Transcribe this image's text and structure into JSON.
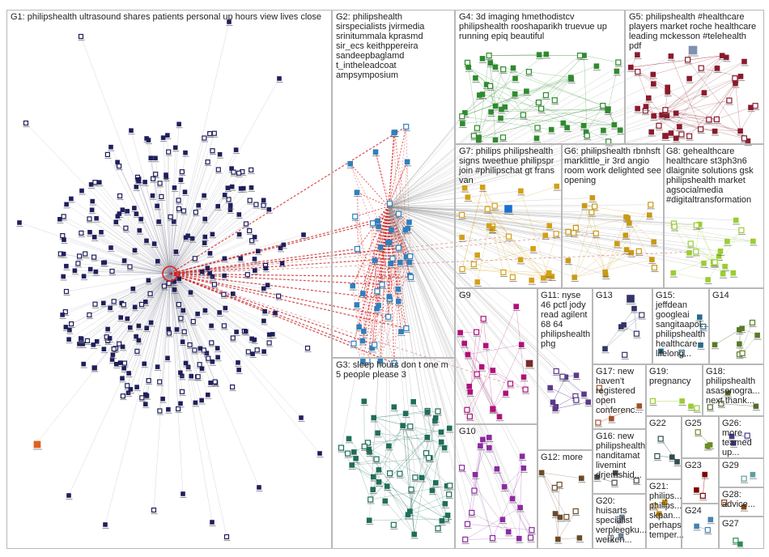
{
  "groups": [
    {
      "id": "G1",
      "label": "G1: philipshealth ultrasound shares patients personal up hours view lives close",
      "color": "#1f1f5c"
    },
    {
      "id": "G2",
      "label": "G2: philipshealth\nsirspecialists jvirmedia\nsrinitummala kprasmd\nsir_ecs keithppereira\nsandeepbaglamd\nt_intheleadcoat\nampsymposium",
      "color": "#2f7fbf"
    },
    {
      "id": "G3",
      "label": "G3: sleep hours don t one m\n5 people please 3",
      "color": "#1e6e5a"
    },
    {
      "id": "G4",
      "label": "G4: 3d imaging hmethodistcv\nphilipshealth rooshaparikh truevue up\nrunning epiq beautiful",
      "color": "#2e8b2e"
    },
    {
      "id": "G5",
      "label": "G5: philipshealth #healthcare\nplayers market roche healthcare\nleading mckesson #telehealth\npdf",
      "color": "#8b1a2b"
    },
    {
      "id": "G6",
      "label": "G6: philipshealth rbnhsft\nmarklittle_ir 3rd angio\nroom work delighted see\nopening",
      "color": "#c89a1a"
    },
    {
      "id": "G7",
      "label": "G7: philips philipshealth\nsigns tweethue philipspr\njoin #philipschat gt frans\nvan",
      "color": "#d4a017"
    },
    {
      "id": "G8",
      "label": "G8: gehealthcare\nhealthcare st3ph3n6\ndlaignite solutions gsk\nphilipshealth market\nagsocialmedia\n#digitaltransformation",
      "color": "#9acd32"
    },
    {
      "id": "G9",
      "label": "G9",
      "color": "#b0107a"
    },
    {
      "id": "G10",
      "label": "G10",
      "color": "#8a2aa0"
    },
    {
      "id": "G11",
      "label": "G11: nyse\n46 pctl jody\nread agilent\n68 64\nphilipshealth\nphg",
      "color": "#5a3a8a"
    },
    {
      "id": "G12",
      "label": "G12: more",
      "color": "#6a4a2a"
    },
    {
      "id": "G13",
      "label": "G13",
      "color": "#333366"
    },
    {
      "id": "G14",
      "label": "G14",
      "color": "#5a7a2a"
    },
    {
      "id": "G15",
      "label": "G15:\njeffdean\ngoogleai\nsangitaapol...\nphilipshealth\nhealthcare\nlifelong...",
      "color": "#2a6a8a"
    },
    {
      "id": "G16",
      "label": "G16: new\nphilipshealth\nnanditamat\nlivemint\ndrjemshid...",
      "color": "#4a4a4a"
    },
    {
      "id": "G17",
      "label": "G17: new\nhaven't\nregistered\nopen\nconferenc...",
      "color": "#a0522d"
    },
    {
      "id": "G18",
      "label": "G18:\nphilipshealth\nasasonogra...\nnext thank...",
      "color": "#556b2f"
    },
    {
      "id": "G19",
      "label": "G19:\npregnancy",
      "color": "#9acd32"
    },
    {
      "id": "G20",
      "label": "G20:\nhuisarts\nspecialist\nverpleegku...\nwerken...",
      "color": "#708090"
    },
    {
      "id": "G21",
      "label": "G21:\nphilips...\nphilips...\nskpan...\nperhaps\ntemper...",
      "color": "#b8860b"
    },
    {
      "id": "G22",
      "label": "G22",
      "color": "#2f4f4f"
    },
    {
      "id": "G23",
      "label": "G23",
      "color": "#800000"
    },
    {
      "id": "G24",
      "label": "G24",
      "color": "#4682b4"
    },
    {
      "id": "G25",
      "label": "G25",
      "color": "#6b8e23"
    },
    {
      "id": "G26",
      "label": "G26:\nmore\nteamed\nup...",
      "color": "#483d8b"
    },
    {
      "id": "G27",
      "label": "G27",
      "color": "#2e8b57"
    },
    {
      "id": "G28",
      "label": "G28:\nadvice...",
      "color": "#8b4513"
    },
    {
      "id": "G29",
      "label": "G29",
      "color": "#5f9ea0"
    }
  ]
}
